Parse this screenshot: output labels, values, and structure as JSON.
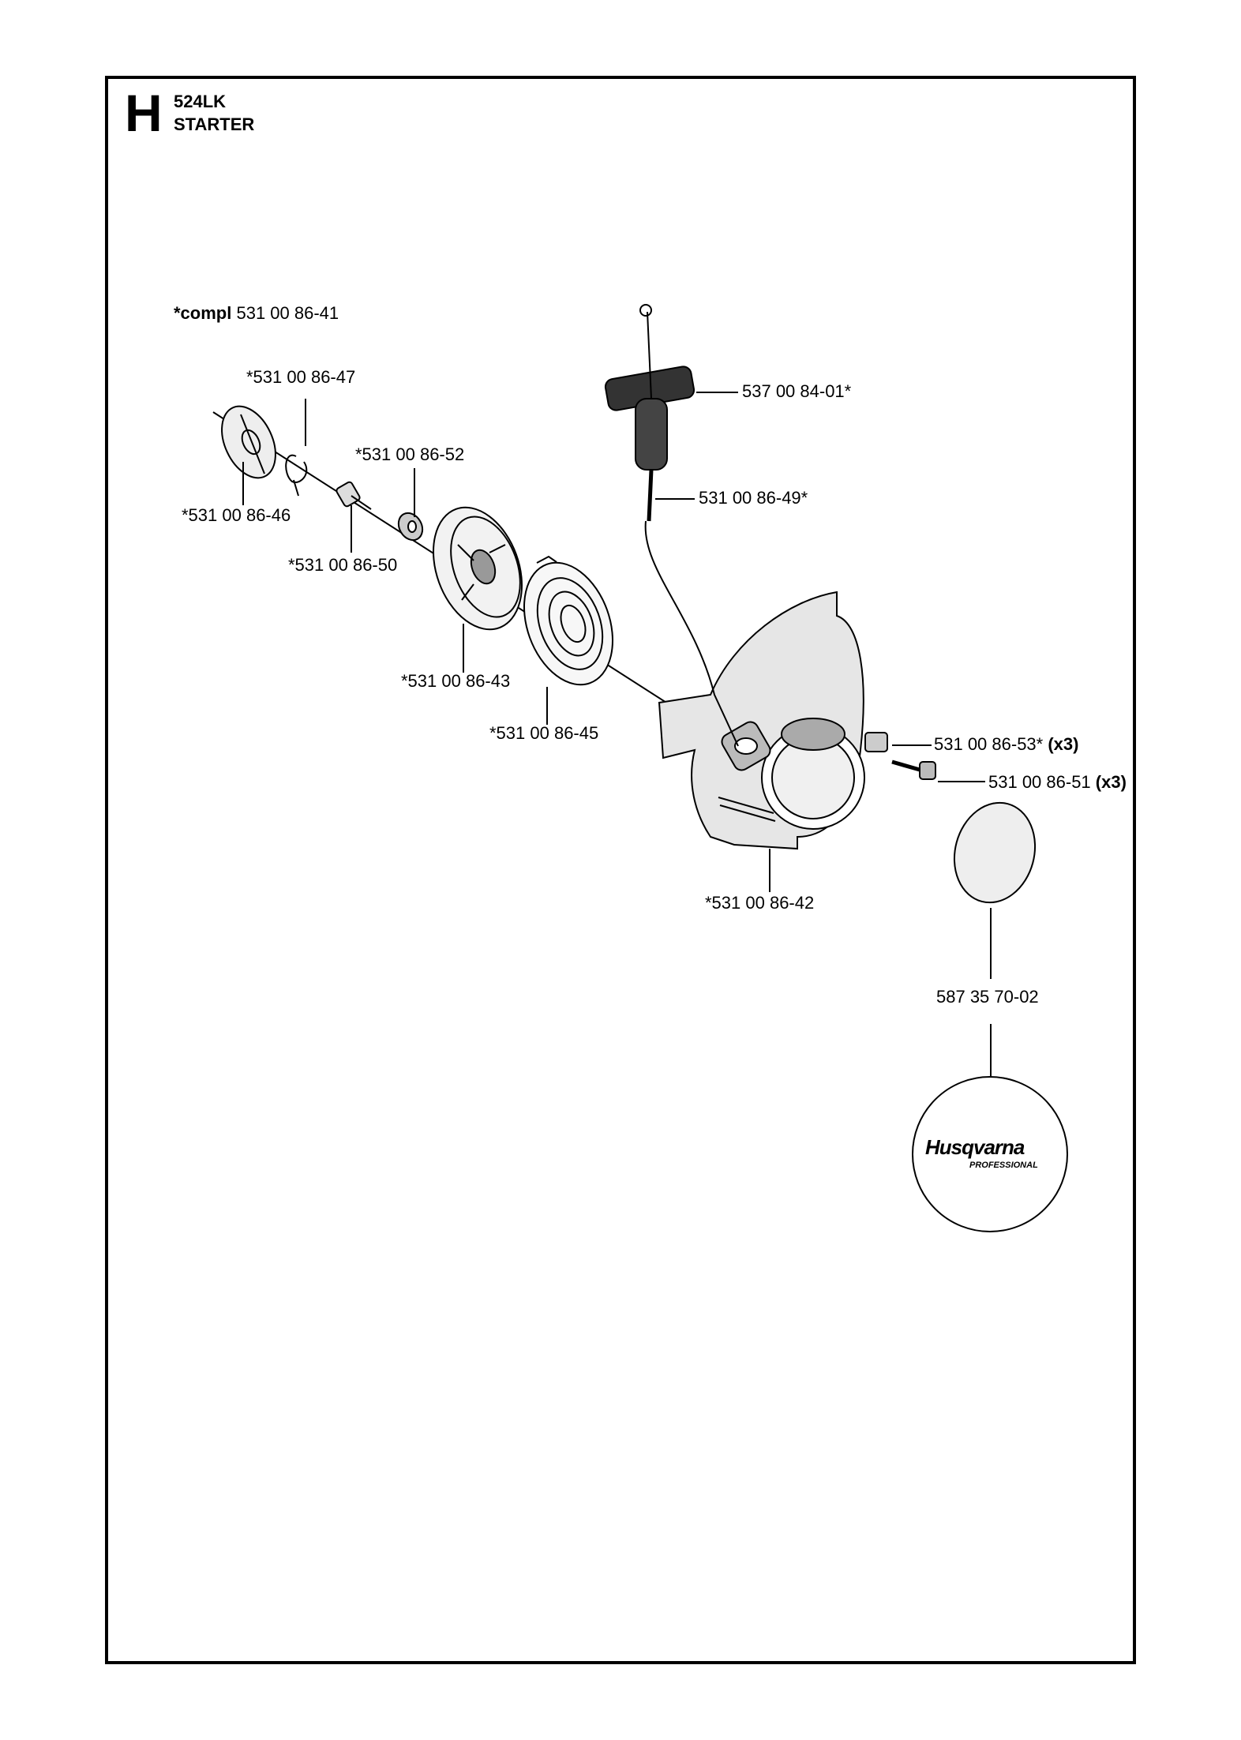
{
  "header": {
    "section_letter": "H",
    "model": "524LK",
    "section_name": "STARTER"
  },
  "kit": {
    "prefix": "*compl",
    "part": "531 00 86-41"
  },
  "parts": {
    "p47": "*531 00 86-47",
    "p52": "*531 00 86-52",
    "p46": "*531 00 86-46",
    "p50": "*531 00 86-50",
    "p43": "*531 00 86-43",
    "p45": "*531 00 86-45",
    "p42": "*531 00 86-42",
    "p01": "537 00 84-01*",
    "p49": "531 00 86-49*",
    "p53": "531 00 86-53*",
    "p53_qty": "(x3)",
    "p51": "531 00 86-51",
    "p51_qty": "(x3)",
    "p02": "587 35 70-02"
  },
  "logo": {
    "brand": "Husqvarna",
    "tagline": "PROFESSIONAL"
  }
}
